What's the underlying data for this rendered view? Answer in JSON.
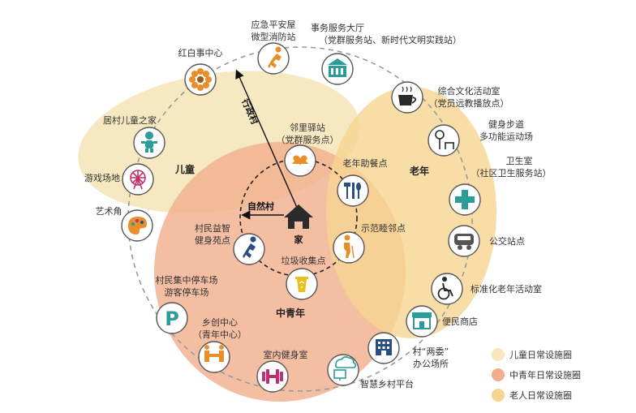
{
  "colors": {
    "children": "#f6e7bd",
    "youth": "#f1ae8c",
    "elderly": "#f6d590",
    "icon_teal": "#2a9c9a",
    "icon_orange": "#e88e2a",
    "icon_dark": "#2a2a2a"
  },
  "zones": {
    "children": "儿童",
    "elderly": "老年",
    "youth": "中青年"
  },
  "center": {
    "home": "家",
    "natural_village": "自然村",
    "admin_village": "行政村"
  },
  "nodes": {
    "wedding": "红白事中心",
    "fire": [
      "应急平安屋",
      "微型消防站"
    ],
    "service_hall": [
      "事务服务大厅",
      "（党群服务站、新时代文明实践站）"
    ],
    "culture": [
      "综合文化活动室",
      "（党员远教播放点）"
    ],
    "fitness_trail": [
      "健身步道",
      "多功能运动场"
    ],
    "clinic": [
      "卫生室",
      "（社区卫生服务站）"
    ],
    "bus": "公交站点",
    "elder_activity": "标准化老年活动室",
    "store": "便民商店",
    "committee": [
      "村“两委”",
      "办公场所"
    ],
    "smart": "智慧乡村平台",
    "gym": "室内健身室",
    "startup": [
      "乡创中心",
      "（青年中心）"
    ],
    "parking": [
      "村民集中停车场",
      "游客停车场"
    ],
    "art": "艺术角",
    "playground": "游戏场地",
    "childhome": "居村儿童之家",
    "neighbor_station": [
      "邻里驿站",
      "（党群服务点）"
    ],
    "meals": "老年助餐点",
    "model_neighbor": "示范睦邻点",
    "garbage": "垃圾收集点",
    "fitness_spot": [
      "村民益智",
      "健身苑点"
    ]
  },
  "legend": [
    {
      "label": "儿童日常设施圈",
      "color": "#f6e7bd"
    },
    {
      "label": "中青年日常设施圈",
      "color": "#f1ae8c"
    },
    {
      "label": "老人日常设施圈",
      "color": "#f6d590"
    }
  ]
}
